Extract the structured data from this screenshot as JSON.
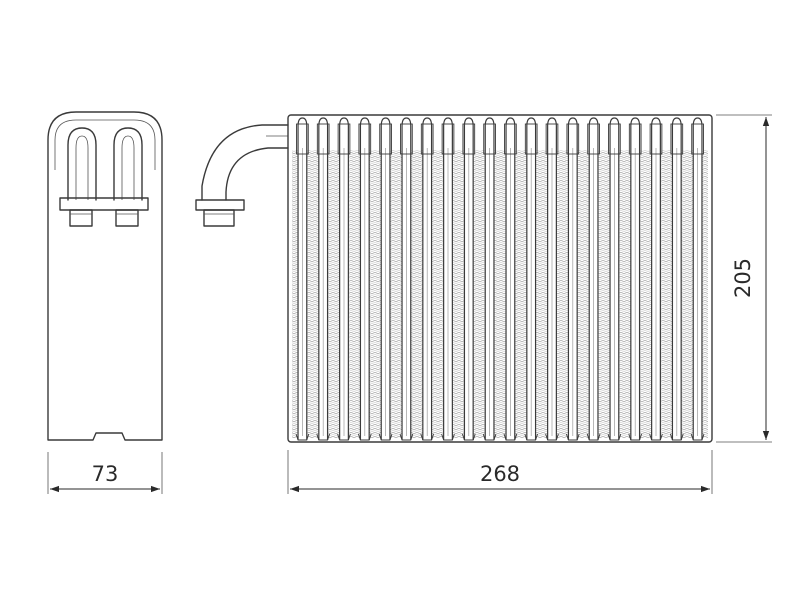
{
  "dimensions": {
    "width": "73",
    "length": "268",
    "height": "205"
  },
  "colors": {
    "line": "#3a3a3a",
    "core_fill": "#d8d8d8",
    "background": "#ffffff"
  },
  "core": {
    "tube_count": 20
  }
}
